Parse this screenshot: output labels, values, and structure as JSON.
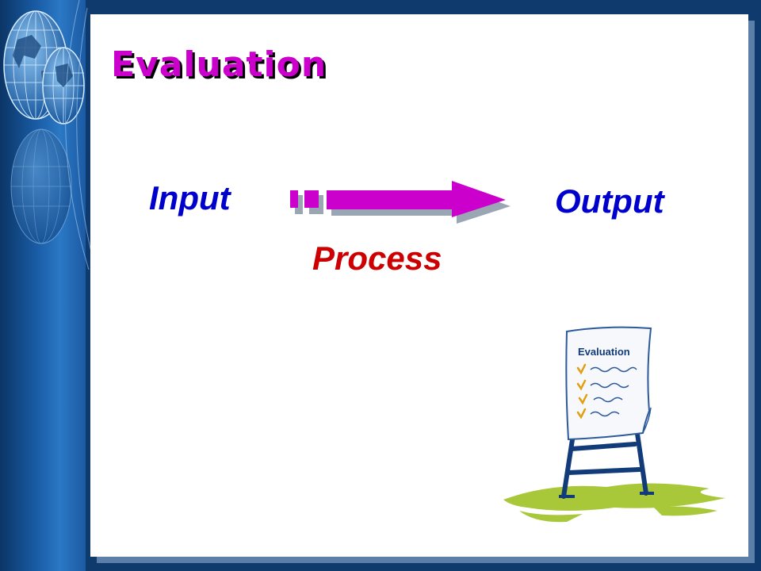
{
  "slide": {
    "title": "Evaluation",
    "background_color": "#0e3a6e",
    "title_color": "#cc00cc"
  },
  "diagram": {
    "input_label": "Input",
    "process_label": "Process",
    "output_label": "Output",
    "label_color": "#0000cc",
    "process_color": "#cc0000",
    "arrow_color": "#cc00cc"
  },
  "clipart": {
    "sheet_heading": "Evaluation",
    "check_marks": 4
  }
}
